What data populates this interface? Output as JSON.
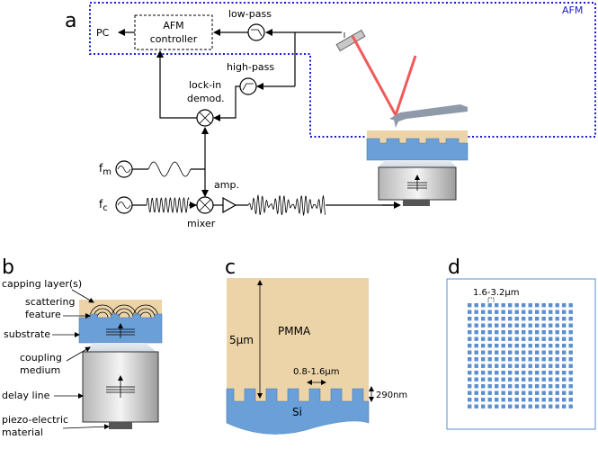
{
  "panels": {
    "a": "a",
    "b": "b",
    "c": "c",
    "d": "d"
  },
  "panel_a": {
    "afm_box_label": "AFM",
    "pc": "PC",
    "controller_line1": "AFM",
    "controller_line2": "controller",
    "low_pass": "low-pass",
    "high_pass": "high-pass",
    "lockin_line1": "lock-in",
    "lockin_line2": "demod.",
    "fm_main": "f",
    "fm_sub": "m",
    "fc_main": "f",
    "fc_sub": "c",
    "amp": "amp.",
    "mixer": "mixer"
  },
  "panel_b": {
    "capping_layer": "capping layer(s)",
    "scattering_line1": "scattering",
    "scattering_line2": "feature",
    "substrate": "substrate",
    "coupling_line1": "coupling",
    "coupling_line2": "medium",
    "delay_line": "delay line",
    "piezo_line1": "piezo-electric",
    "piezo_line2": "material"
  },
  "panel_c": {
    "thickness": "5μm",
    "pmma": "PMMA",
    "pitch": "0.8-1.6μm",
    "depth": "290nm",
    "si": "Si"
  },
  "panel_d": {
    "spacing": "1.6-3.2μm"
  },
  "colors": {
    "afm_border": "#1a1ad6",
    "laser": "#f05a5a",
    "cantilever": "#8e9aaa",
    "pmma": "#ecd4a8",
    "substrate": "#6a9fd8",
    "grating": "#5b8fd0",
    "dot": "#5b8fd0"
  }
}
